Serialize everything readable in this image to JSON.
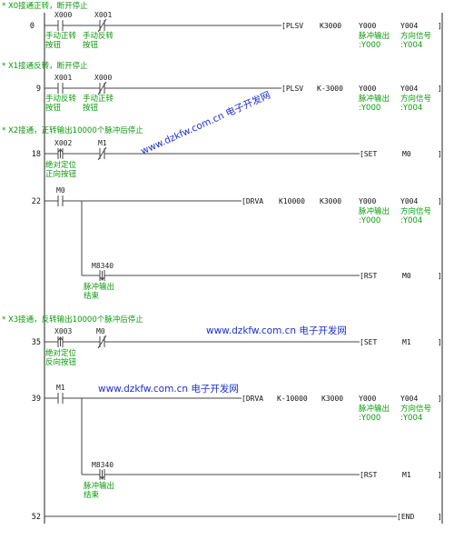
{
  "sections": [
    {
      "comment": "* X0接通正转，断开停止",
      "step": "0",
      "contacts": [
        {
          "name": "X000",
          "type": "NO",
          "comment": [
            "手动正转",
            "按钮"
          ]
        },
        {
          "name": "X001",
          "type": "NC",
          "comment": [
            "手动反转",
            "按钮"
          ]
        }
      ],
      "instruction": {
        "mnemonic": "[PLSV",
        "operands": [
          "K3000",
          "Y000",
          "Y004"
        ],
        "operand_comments": [
          [
            "脉冲输出",
            ":Y000"
          ],
          [
            "方向信号",
            ":Y004"
          ]
        ]
      }
    },
    {
      "comment": "* X1接通反转，断开停止",
      "step": "9",
      "contacts": [
        {
          "name": "X001",
          "type": "NO",
          "comment": [
            "手动反转",
            "按钮"
          ]
        },
        {
          "name": "X000",
          "type": "NC",
          "comment": [
            "手动正转",
            "按钮"
          ]
        }
      ],
      "instruction": {
        "mnemonic": "[PLSV",
        "operands": [
          "K-3000",
          "Y000",
          "Y004"
        ],
        "operand_comments": [
          [
            "脉冲输出",
            ":Y000"
          ],
          [
            "方向信号",
            ":Y004"
          ]
        ]
      }
    },
    {
      "comment": "* X2接通，正转输出10000个脉冲后停止",
      "step": "18",
      "contacts": [
        {
          "name": "X002",
          "type": "P",
          "comment": [
            "绝对定位",
            "正向按钮"
          ]
        },
        {
          "name": "M1",
          "type": "NC",
          "comment": []
        }
      ],
      "instruction": {
        "mnemonic": "[SET",
        "operands": [
          "M0"
        ]
      }
    },
    {
      "step": "22",
      "contacts": [
        {
          "name": "M0",
          "type": "NO",
          "comment": []
        }
      ],
      "instruction": {
        "mnemonic": "[DRVA",
        "operands": [
          "K10000",
          "K3000",
          "Y000",
          "Y004"
        ],
        "operand_comments": [
          [
            "脉冲输出",
            ":Y000"
          ],
          [
            "方向信号",
            ":Y004"
          ]
        ]
      },
      "branch": {
        "contact": {
          "name": "M8340",
          "type": "F",
          "comment": [
            "脉冲输出",
            "结束"
          ]
        },
        "instruction": {
          "mnemonic": "[RST",
          "operands": [
            "M0"
          ]
        }
      }
    },
    {
      "comment": "* X3接通，反转输出10000个脉冲后停止",
      "step": "35",
      "contacts": [
        {
          "name": "X003",
          "type": "P",
          "comment": [
            "绝对定位",
            "反向按钮"
          ]
        },
        {
          "name": "M0",
          "type": "NC",
          "comment": []
        }
      ],
      "instruction": {
        "mnemonic": "[SET",
        "operands": [
          "M1"
        ]
      }
    },
    {
      "step": "39",
      "contacts": [
        {
          "name": "M1",
          "type": "NO",
          "comment": []
        }
      ],
      "instruction": {
        "mnemonic": "[DRVA",
        "operands": [
          "K-10000",
          "K3000",
          "Y000",
          "Y004"
        ],
        "operand_comments": [
          [
            "脉冲输出",
            ":Y000"
          ],
          [
            "方向信号",
            ":Y004"
          ]
        ]
      },
      "branch": {
        "contact": {
          "name": "M8340",
          "type": "F",
          "comment": [
            "脉冲输出",
            "结束"
          ]
        },
        "instruction": {
          "mnemonic": "[RST",
          "operands": [
            "M1"
          ]
        }
      }
    },
    {
      "step": "52",
      "contacts": [],
      "instruction": {
        "mnemonic": "[END",
        "operands": []
      }
    }
  ],
  "watermarks": [
    "www.dzkfw.com.cn 电子开发网",
    "www.dzkfw.com.cn 电子开发网",
    "www.dzkfw.com.cn 电子开发网"
  ],
  "colors": {
    "comment": "#0a9a0a",
    "watermark": "#1c2fd6",
    "line": "#444444"
  }
}
